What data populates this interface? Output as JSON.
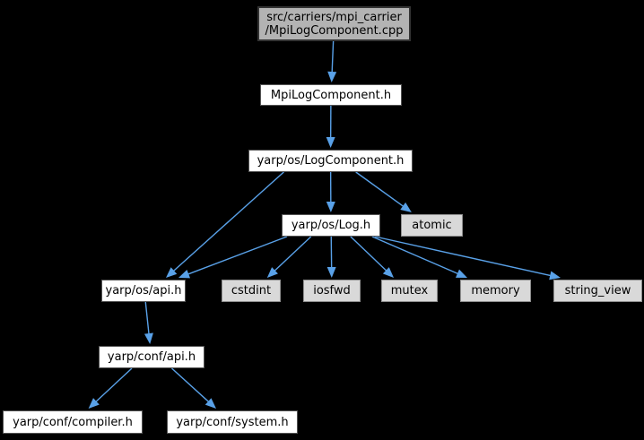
{
  "colors": {
    "background": "#000000",
    "edge": "#59a1e8",
    "text": "#000000",
    "node_fill": "#ffffff",
    "node_border": "#545454",
    "leaf_fill": "#d9d9d9",
    "leaf_border": "#8f8f8f",
    "root_fill": "#b3b3b3",
    "root_border": "#333333"
  },
  "graph": {
    "nodes": {
      "cpp": {
        "label": "src/carriers/mpi_carrier\n/MpiLogComponent.cpp"
      },
      "mpilog": {
        "label": "MpiLogComponent.h"
      },
      "logcomp": {
        "label": "yarp/os/LogComponent.h"
      },
      "log": {
        "label": "yarp/os/Log.h"
      },
      "atomic": {
        "label": "atomic"
      },
      "os_api": {
        "label": "yarp/os/api.h"
      },
      "cstdint": {
        "label": "cstdint"
      },
      "iosfwd": {
        "label": "iosfwd"
      },
      "mutex": {
        "label": "mutex"
      },
      "memory": {
        "label": "memory"
      },
      "string_view": {
        "label": "string_view"
      },
      "conf_api": {
        "label": "yarp/conf/api.h"
      },
      "compiler": {
        "label": "yarp/conf/compiler.h"
      },
      "system": {
        "label": "yarp/conf/system.h"
      }
    },
    "edges": [
      {
        "from": "cpp",
        "to": "mpilog"
      },
      {
        "from": "mpilog",
        "to": "logcomp"
      },
      {
        "from": "logcomp",
        "to": "log"
      },
      {
        "from": "logcomp",
        "to": "atomic"
      },
      {
        "from": "log",
        "to": "os_api"
      },
      {
        "from": "log",
        "to": "cstdint"
      },
      {
        "from": "log",
        "to": "iosfwd"
      },
      {
        "from": "log",
        "to": "mutex"
      },
      {
        "from": "log",
        "to": "memory"
      },
      {
        "from": "log",
        "to": "string_view"
      },
      {
        "from": "logcomp",
        "to": "os_api"
      },
      {
        "from": "os_api",
        "to": "conf_api"
      },
      {
        "from": "conf_api",
        "to": "compiler"
      },
      {
        "from": "conf_api",
        "to": "system"
      }
    ]
  }
}
